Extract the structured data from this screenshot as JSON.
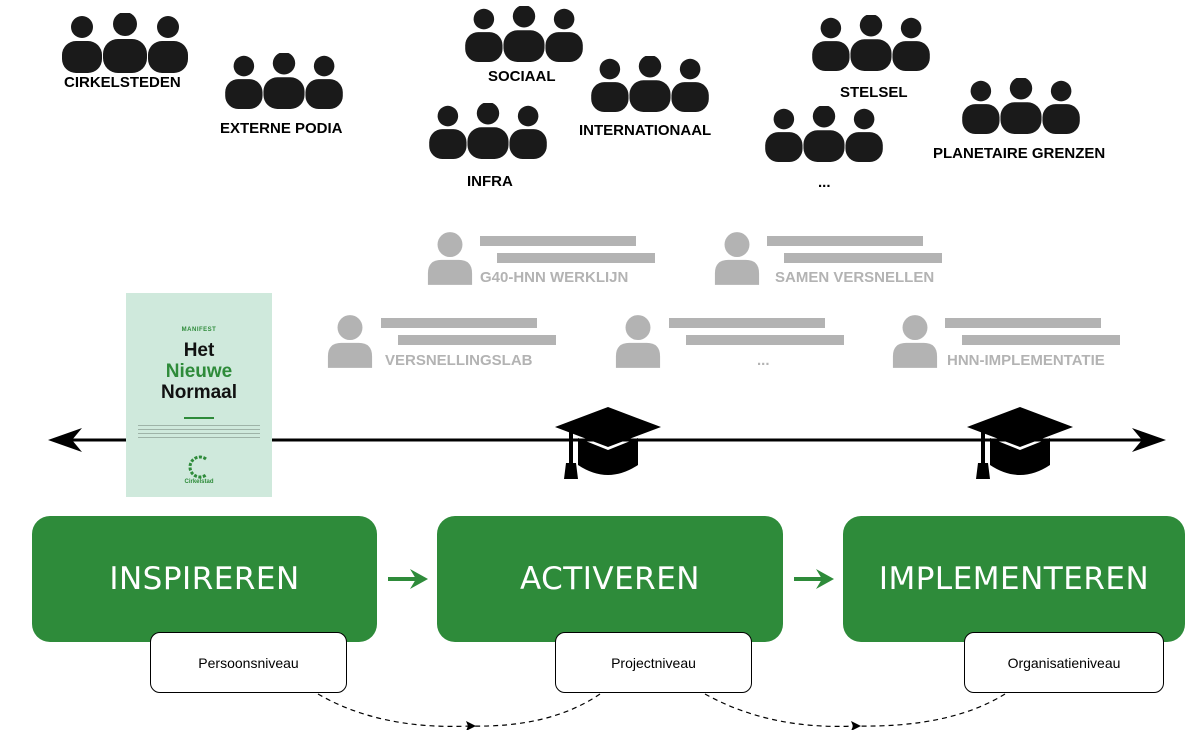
{
  "stakeholder_groups": [
    "CIRKELSTEDEN",
    "EXTERNE PODIA",
    "SOCIAAL",
    "INFRA",
    "INTERNATIONAAL",
    "STELSEL",
    "...",
    "PLANETAIRE GRENZEN"
  ],
  "programs": [
    "G40-HNN WERKLIJN",
    "SAMEN VERSNELLEN",
    "VERSNELLINGSLAB",
    "...",
    "HNN-IMPLEMENTATIE"
  ],
  "stages": [
    "INSPIREREN",
    "ACTIVEREN",
    "IMPLEMENTEREN"
  ],
  "levels": [
    "Persoonsniveau",
    "Projectniveau",
    "Organisatieniveau"
  ],
  "manifest": {
    "tag": "MANIFEST",
    "title_line1": "Het",
    "title_line2": "Nieuwe",
    "title_line3": "Normaal",
    "brand": "Cirkelstad"
  },
  "colors": {
    "stage_green": "#2e8b3a",
    "program_grey": "#b3b3b3",
    "arrow_green": "#2e8b3a",
    "cover_bg": "#cfe9dc"
  },
  "icons": {
    "group": "people-group-icon",
    "person": "person-icon",
    "milestone": "graduation-cap-icon"
  }
}
